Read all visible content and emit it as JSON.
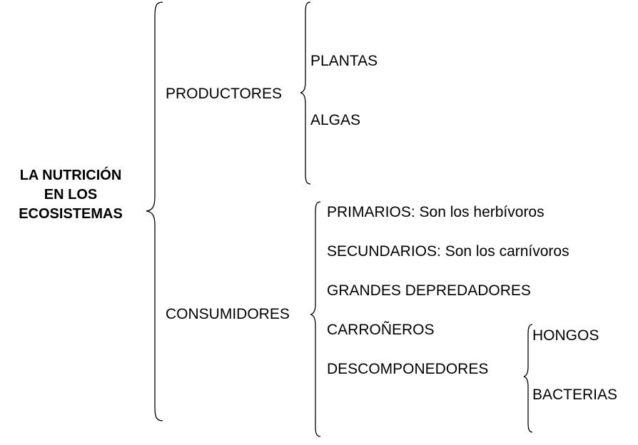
{
  "root": {
    "lines": [
      "LA NUTRICIÓN",
      "EN LOS",
      "ECOSISTEMAS"
    ]
  },
  "productores": {
    "label": "PRODUCTORES",
    "items": [
      "PLANTAS",
      "ALGAS"
    ]
  },
  "consumidores": {
    "label": "CONSUMIDORES",
    "items": [
      "PRIMARIOS: Son los herbívoros",
      "SECUNDARIOS: Son los carnívoros",
      "GRANDES DEPREDADORES",
      "CARROÑEROS",
      "DESCOMPONEDORES"
    ]
  },
  "descomponedores": {
    "items": [
      "HONGOS",
      "BACTERIAS"
    ]
  }
}
